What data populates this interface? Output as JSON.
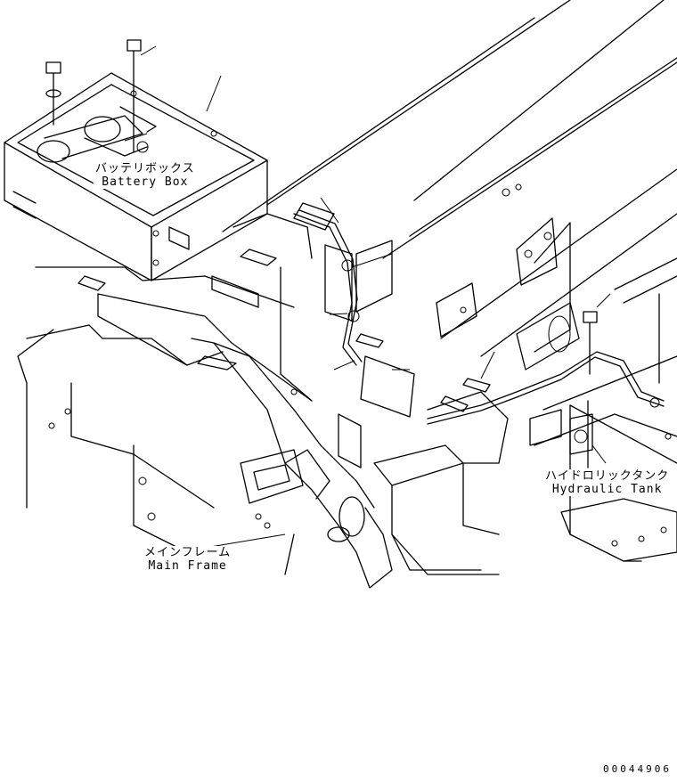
{
  "labels": {
    "battery_box": {
      "jp": "バッテリボックス",
      "en": "Battery Box"
    },
    "hydraulic_tank": {
      "jp": "ハイドロリックタンク",
      "en": "Hydraulic Tank"
    },
    "main_frame": {
      "jp": "メインフレーム",
      "en": "Main Frame"
    }
  },
  "document_number": "00044906"
}
